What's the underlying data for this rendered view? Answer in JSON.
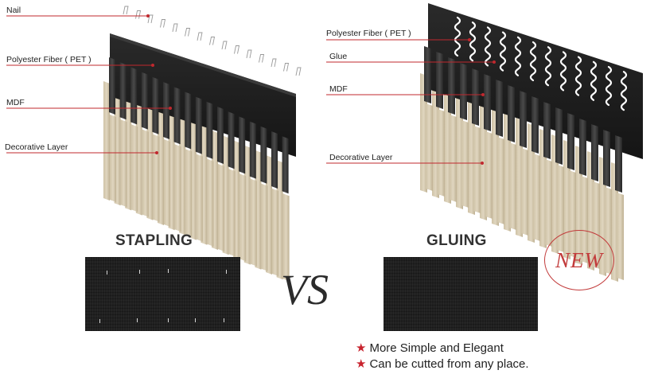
{
  "left_diagram": {
    "labels": [
      "Nail",
      "Polyester Fiber ( PET )",
      "MDF",
      "Decorative Layer"
    ]
  },
  "right_diagram": {
    "labels": [
      "Polyester Fiber ( PET )",
      "Glue",
      "MDF",
      "Decorative Layer"
    ]
  },
  "headings": {
    "left": "STAPLING",
    "right": "GLUING"
  },
  "vs_text": "VS",
  "badge_text": "NEW",
  "features": [
    "More Simple and Elegant",
    "Can be cutted from any place."
  ],
  "icons": {
    "bullet": "star-icon"
  },
  "colors": {
    "accent_red": "#c8232e",
    "panel_black": "#1c1c1c",
    "wood": "#d8ccb2"
  }
}
